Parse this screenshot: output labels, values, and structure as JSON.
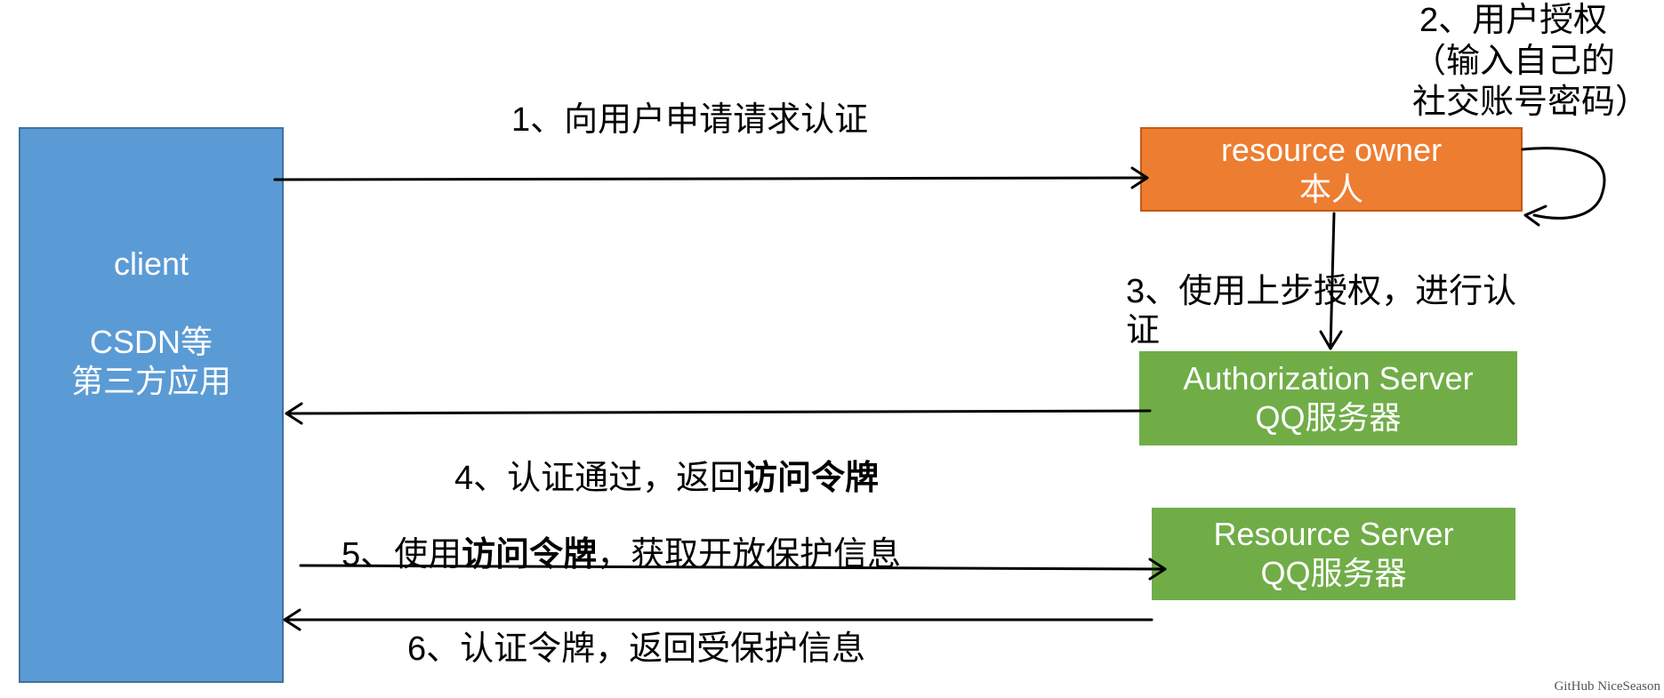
{
  "client": {
    "line1": "client",
    "line2": "CSDN等",
    "line3": "第三方应用"
  },
  "owner": {
    "line1": "resource owner",
    "line2": "本人"
  },
  "auth_server": {
    "line1": "Authorization Server",
    "line2": "QQ服务器"
  },
  "resource_server": {
    "line1": "Resource Server",
    "line2": "QQ服务器"
  },
  "steps": {
    "s1": "1、向用户申请请求认证",
    "s2_line1": "2、用户授权",
    "s2_line2": "（输入自己的",
    "s2_line3": "社交账号密码）",
    "s3": "3、使用上步授权，进行认证",
    "s4_pre": "4、认证通过，返回",
    "s4_bold": "访问令牌",
    "s5_pre": "5、使用",
    "s5_bold": "访问令牌",
    "s5_post": "，获取开放保护信息",
    "s6": "6、认证令牌，返回受保护信息"
  },
  "watermark": "GitHub NiceSeason",
  "colors": {
    "client": "#5b9bd5",
    "owner": "#ed7d31",
    "server": "#70ad47"
  }
}
